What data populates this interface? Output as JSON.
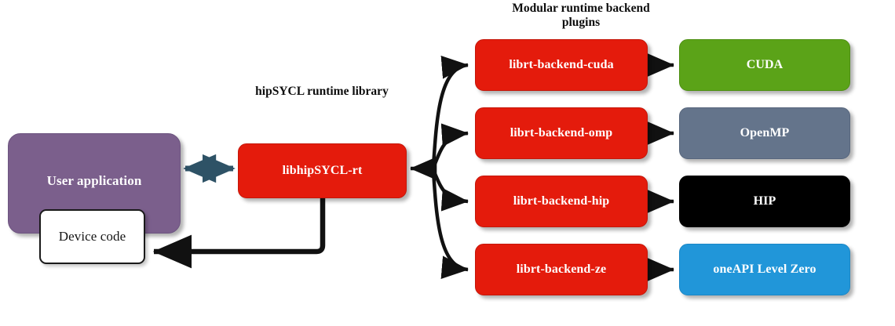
{
  "diagram": {
    "title_plugins": "Modular runtime backend\nplugins",
    "title_runtime": "hipSYCL runtime library",
    "application": {
      "app_label": "User application",
      "device_code_label": "Device code"
    },
    "runtime": {
      "label": "libhipSYCL-rt"
    },
    "backends": [
      {
        "label": "librt-backend-cuda",
        "color": "#e41b0c"
      },
      {
        "label": "librt-backend-omp",
        "color": "#e41b0c"
      },
      {
        "label": "librt-backend-hip",
        "color": "#e41b0c"
      },
      {
        "label": "librt-backend-ze",
        "color": "#e41b0c"
      }
    ],
    "targets": [
      {
        "label": "CUDA",
        "color": "#5ba318"
      },
      {
        "label": "OpenMP",
        "color": "#64748b"
      },
      {
        "label": "HIP",
        "color": "#000000"
      },
      {
        "label": "oneAPI Level Zero",
        "color": "#2196d9"
      }
    ],
    "colors": {
      "red": "#e41b0c",
      "purple": "#7b5f8c",
      "white_box": "#ffffff",
      "green": "#5ba318",
      "gray": "#64748b",
      "black": "#000000",
      "blue": "#2196d9",
      "arrow_black": "#111111",
      "arrow_teal": "#2e5266",
      "background": "#ffffff"
    }
  }
}
